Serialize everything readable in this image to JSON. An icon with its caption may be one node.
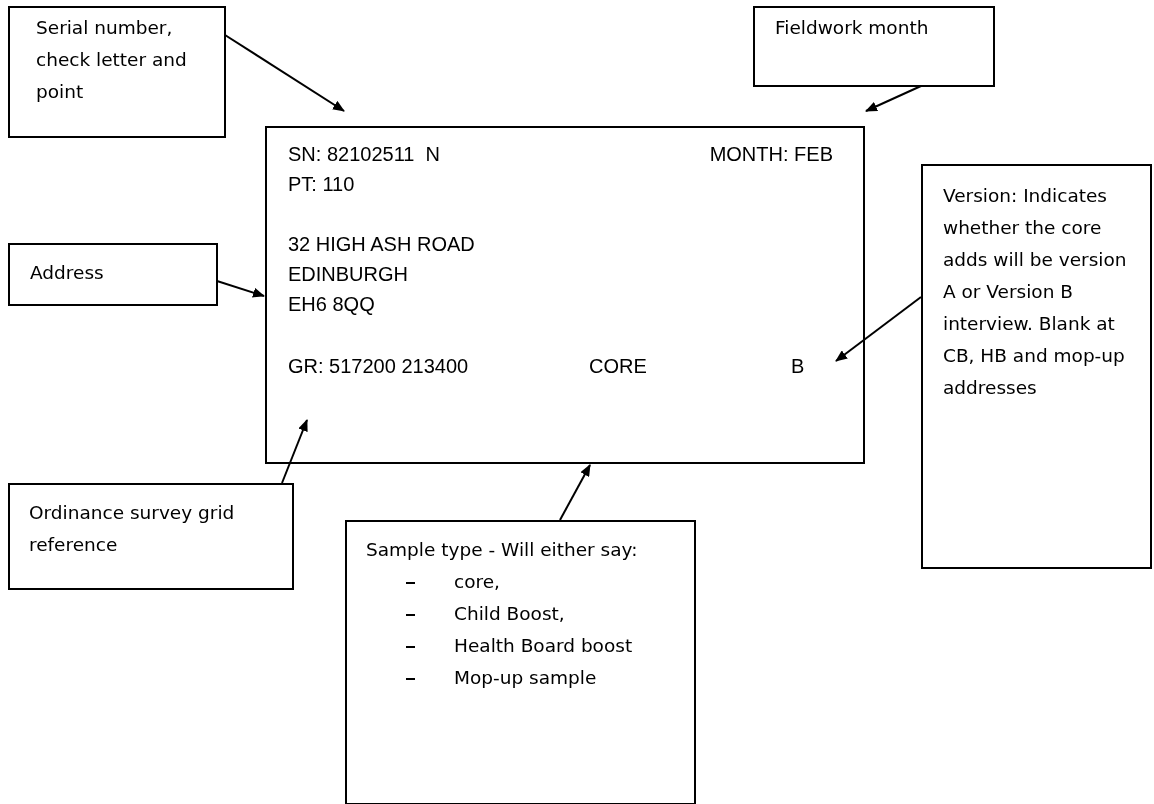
{
  "diagram": {
    "nodes": [
      {
        "text": [
          "SN: 82102511  N",
          "MONTH: FEB",
          "PT: 110",
          "32 HIGH ASH ROAD",
          "EDINBURGH",
          "EH6 8QQ",
          "GR: 517200 213400",
          "CORE",
          "B"
        ]
      },
      {
        "text": [
          "Serial number, check letter and point"
        ]
      },
      {
        "text": [
          "Fieldwork month"
        ]
      },
      {
        "text": [
          "Address"
        ]
      },
      {
        "text": [
          "Version: Indicates whether the core adds will be version A or Version B interview. Blank at CB, HB and mop-up addresses"
        ]
      },
      {
        "text": [
          "Ordinance survey grid reference"
        ]
      },
      {
        "text": [
          "Sample type - Will either say:",
          "core,",
          "Child Boost,",
          "Health Board boost",
          "Mop-up sample"
        ]
      }
    ],
    "edges": [
      {
        "from": 1,
        "to": 0,
        "arrow": "to"
      },
      {
        "from": 2,
        "to": 0,
        "arrow": "to"
      },
      {
        "from": 3,
        "to": 0,
        "arrow": "to"
      },
      {
        "from": 4,
        "to": 0,
        "arrow": "to"
      },
      {
        "from": 5,
        "to": 0,
        "arrow": "to"
      },
      {
        "from": 6,
        "to": 0,
        "arrow": "to"
      }
    ]
  }
}
